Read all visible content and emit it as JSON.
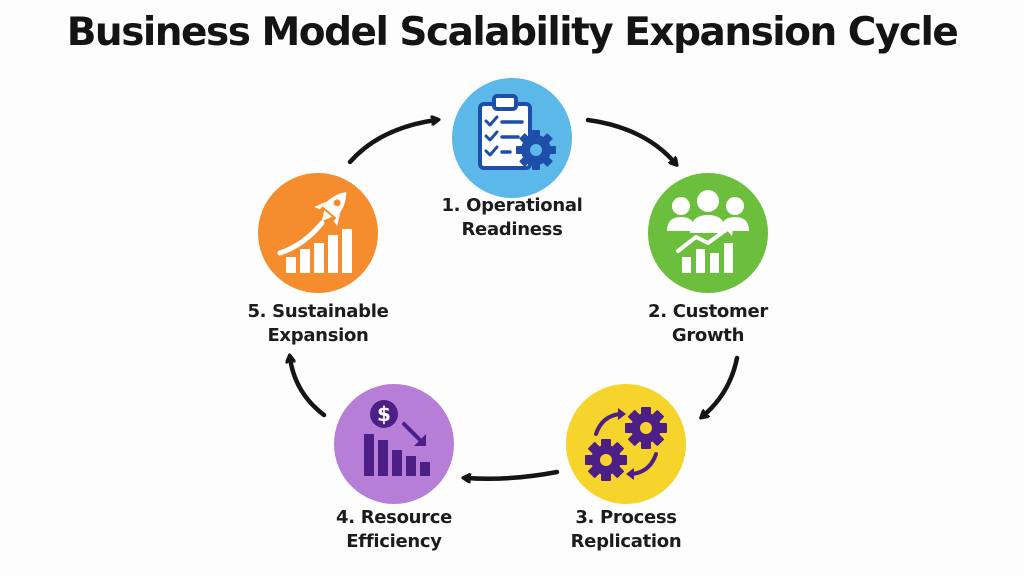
{
  "title": "Business Model Scalability Expansion Cycle",
  "colors": {
    "step1": "#5db8ea",
    "step2": "#6cbf3c",
    "step3": "#f6d42b",
    "step4": "#b77ed8",
    "step5": "#f58d2e",
    "icon_dark_blue": "#1e4fa8",
    "icon_white": "#ffffff",
    "icon_purple": "#4b1f86",
    "arrow": "#151515"
  },
  "steps": [
    {
      "line1": "1. Operational",
      "line2": "Readiness",
      "icon": "clipboard-gear-icon"
    },
    {
      "line1": "2. Customer",
      "line2": "Growth",
      "icon": "people-growth-chart-icon"
    },
    {
      "line1": "3. Process",
      "line2": "Replication",
      "icon": "gears-cycle-icon"
    },
    {
      "line1": "4. Resource",
      "line2": "Efficiency",
      "icon": "dollar-decline-chart-icon"
    },
    {
      "line1": "5. Sustainable",
      "line2": "Expansion",
      "icon": "rocket-chart-icon"
    }
  ]
}
